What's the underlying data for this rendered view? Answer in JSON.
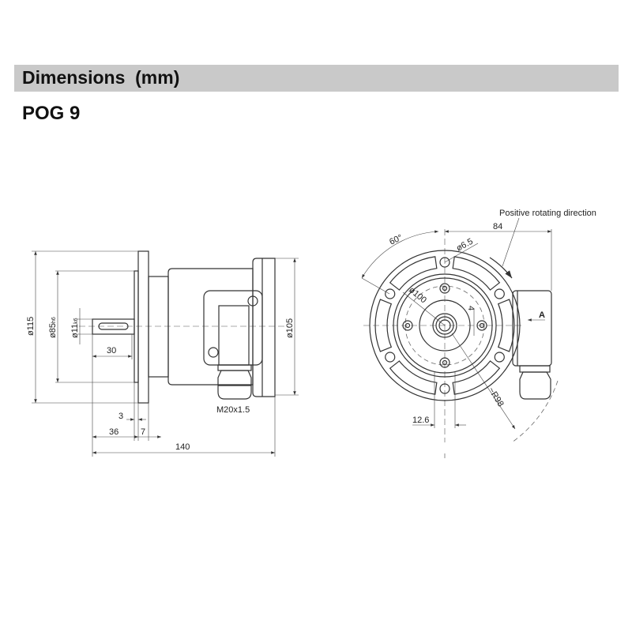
{
  "header": {
    "title": "Dimensions  (mm)",
    "model": "POG 9"
  },
  "side_view": {
    "dim_flange_dia": "ø115",
    "dim_pilot_dia": "ø85",
    "dim_pilot_tol": "h6",
    "dim_shaft_dia": "ø11",
    "dim_shaft_tol": "k6",
    "dim_rear_dia": "ø105",
    "dim_shaft_len": "30",
    "dim_pilot_depth": "3",
    "dim_shaft_total": "36",
    "dim_flange_thk": "7",
    "dim_total_len": "140",
    "gland_thread": "M20x1.5"
  },
  "front_view": {
    "rotation_note": "Positive rotating direction",
    "dim_width": "84",
    "dim_angle": "60°",
    "dim_hole": "ø6.5",
    "dim_bolt_circle": "ø100",
    "dim_offset": "4",
    "dim_radius": "~R98",
    "dim_hole_offset": "12.6",
    "view_label": "A"
  }
}
